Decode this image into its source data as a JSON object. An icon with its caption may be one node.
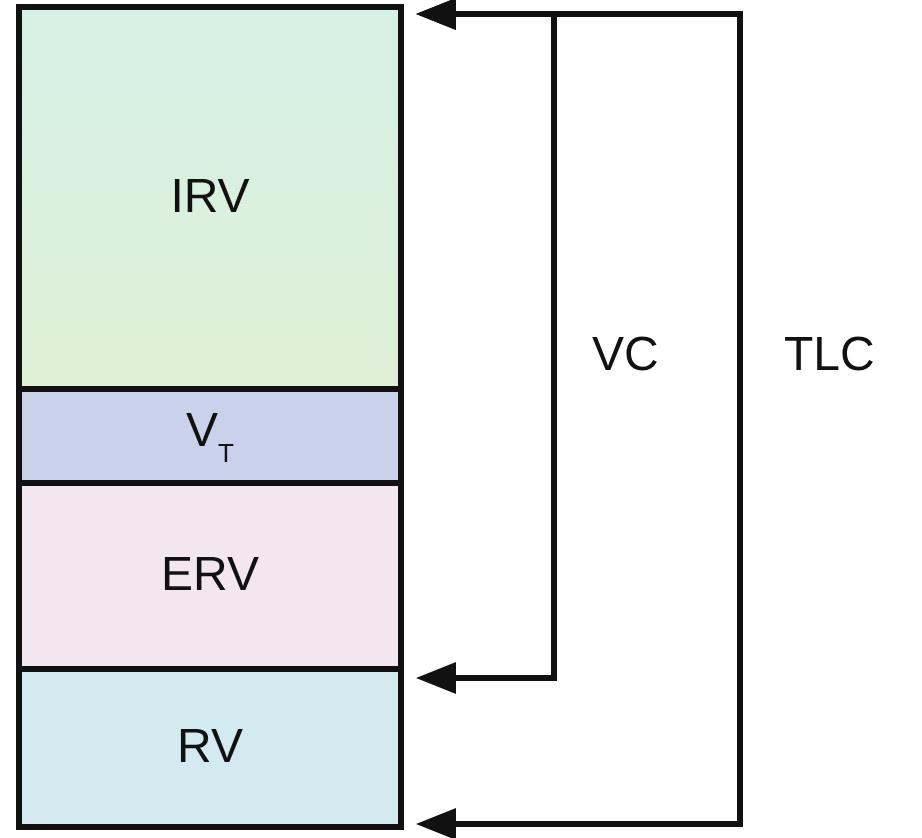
{
  "diagram": {
    "nodes": [
      {
        "text": [
          "IRV"
        ]
      },
      {
        "text": [
          "V$_{T}$"
        ]
      },
      {
        "text": [
          "ERV"
        ]
      },
      {
        "text": [
          "RV"
        ]
      }
    ],
    "labels": [
      "VC",
      "TLC"
    ]
  }
}
